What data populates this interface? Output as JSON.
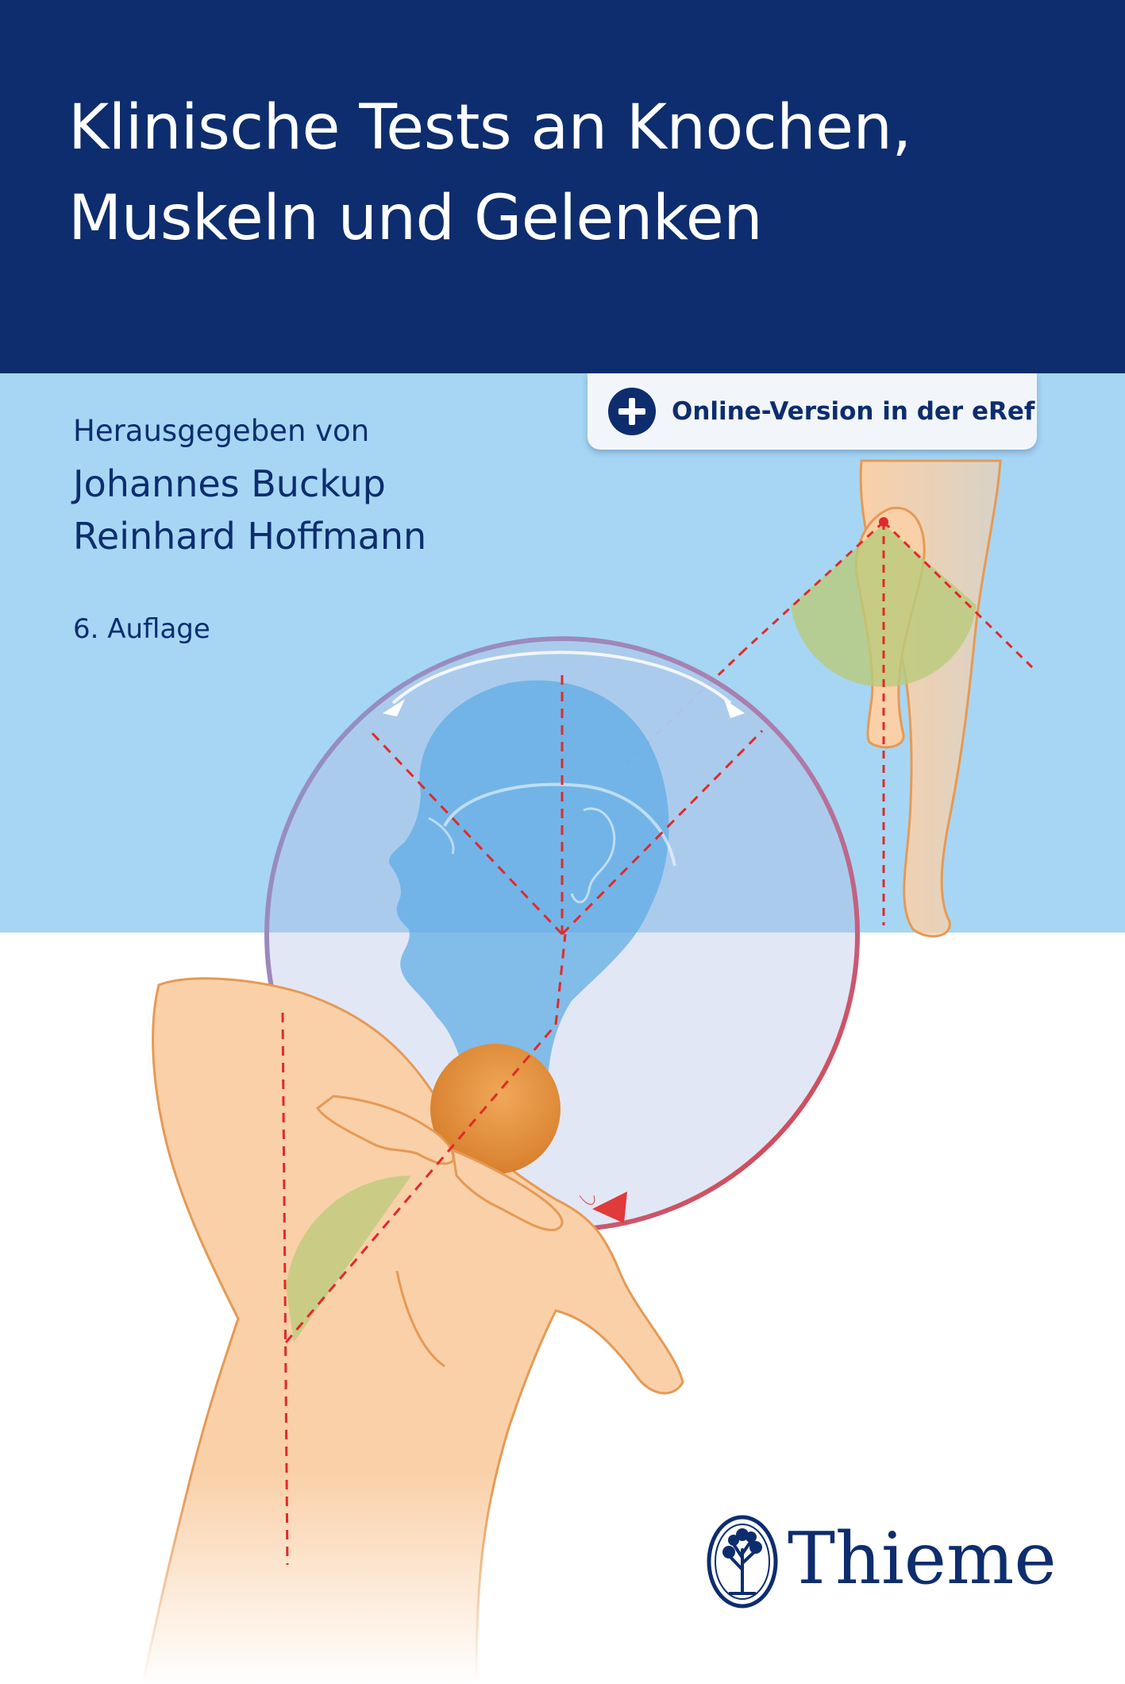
{
  "book": {
    "title_lines": [
      "Klinische Tests an Knochen,",
      "Muskeln und Gelenken"
    ],
    "editors_intro": "Herausgegeben von",
    "editors": [
      "Johannes Buckup",
      "Reinhard Hoffmann"
    ],
    "edition": "6. Auflage"
  },
  "badge": {
    "label": "Online-Version in der eRef",
    "icon": "plus-circle-icon"
  },
  "publisher": {
    "name": "Thieme",
    "icon": "tree-emblem-icon"
  },
  "colors": {
    "navy": "#0d2d6e",
    "light_blue": "#a6d6f4",
    "skin": "#fad0a8",
    "outline": "#e59a55",
    "dash_red": "#e02a2a",
    "range_green": "#b9cb7a",
    "head_blue": "#5aa9e4",
    "ball_orange": "#e58a38"
  }
}
